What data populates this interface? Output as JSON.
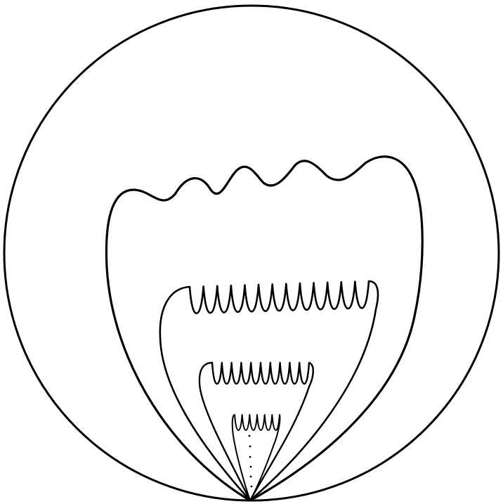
{
  "figure": {
    "ink_color": "#000000",
    "background_color": "#ffffff",
    "elements": [
      "outer-circle",
      "outer-lobe",
      "middle-lobe",
      "inner-lobe",
      "innermost-lobe",
      "dotted-stem"
    ]
  }
}
